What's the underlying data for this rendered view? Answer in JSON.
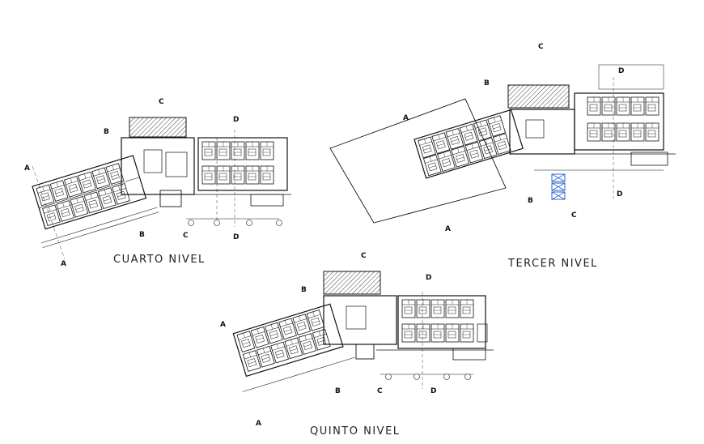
{
  "plans": {
    "cuarto": {
      "title": "CUARTO NIVEL"
    },
    "tercer": {
      "title": "TERCER NIVEL"
    },
    "quinto": {
      "title": "QUINTO NIVEL"
    }
  },
  "section_labels": {
    "a": "A",
    "b": "B",
    "c": "C",
    "d": "D"
  },
  "colors": {
    "line": "#111111",
    "hatch": "#555555",
    "accent": "#2f5fd0"
  }
}
